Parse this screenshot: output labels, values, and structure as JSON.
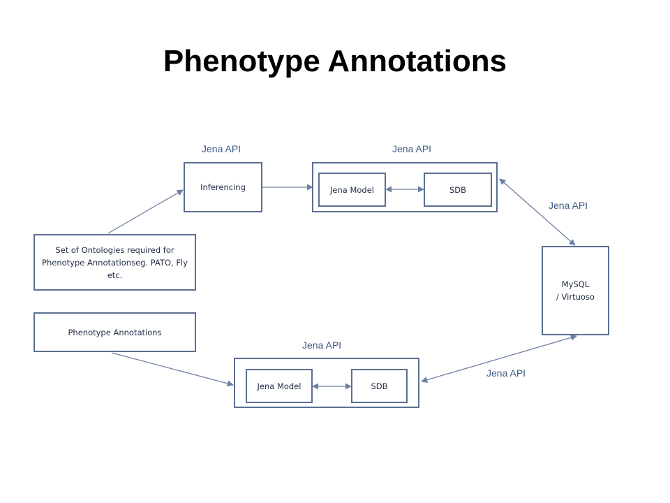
{
  "title": "Phenotype Annotations",
  "nodes": {
    "inferencing": "Inferencing",
    "ontologies": "Set of Ontologies required for Phenotype Annotationseg. PATO, Fly etc.",
    "phenotype_annotations": "Phenotype Annotations",
    "top_jena_model": "Jena Model",
    "top_sdb": "SDB",
    "bottom_jena_model": "Jena Model",
    "bottom_sdb": "SDB",
    "mysql_line1": "MySQL",
    "mysql_line2": "/ Virtuoso"
  },
  "labels": {
    "api_inferencing": "Jena API",
    "api_top_store": "Jena API",
    "api_right_top": "Jena API",
    "api_bottom_store": "Jena API",
    "api_right_bottom": "Jena API"
  },
  "colors": {
    "border": "#5b6f91",
    "arrow": "#6c7fa3",
    "api_text": "#3d5a85"
  }
}
